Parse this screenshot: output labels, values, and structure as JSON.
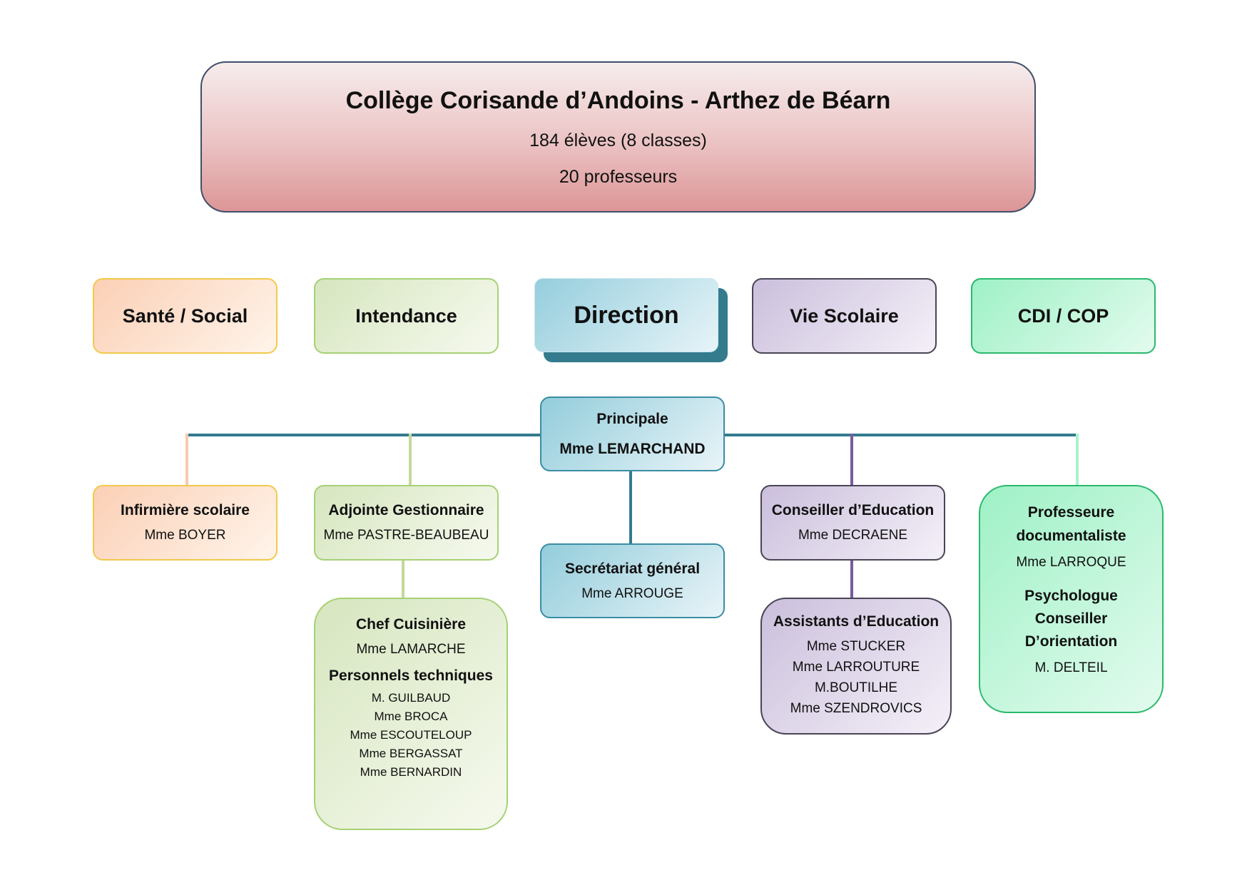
{
  "header": {
    "title": "Collège Corisande d’Andoins - Arthez de Béarn",
    "students": "184 élèves (8 classes)",
    "teachers": "20 professeurs"
  },
  "categories": {
    "sante": "Santé / Social",
    "intendance": "Intendance",
    "direction": "Direction",
    "vie_scolaire": "Vie Scolaire",
    "cdi": "CDI / COP"
  },
  "principal": {
    "role": "Principale",
    "name": "Mme LEMARCHAND"
  },
  "infirmiere": {
    "role": "Infirmière scolaire",
    "name": "Mme BOYER"
  },
  "gestionnaire": {
    "role": "Adjointe Gestionnaire",
    "name": "Mme PASTRE-BEAUBEAU"
  },
  "secretariat": {
    "role": "Secrétariat général",
    "name": "Mme ARROUGE"
  },
  "conseiller": {
    "role": "Conseiller d’Education",
    "name": "Mme DECRAENE"
  },
  "cuisine": {
    "role": "Chef Cuisinière",
    "name": "Mme LAMARCHE",
    "tech_role": "Personnels techniques",
    "tech_staff": [
      "M. GUILBAUD",
      "Mme BROCA",
      "Mme ESCOUTELOUP",
      "Mme BERGASSAT",
      "Mme BERNARDIN"
    ]
  },
  "assistants": {
    "role": "Assistants d’Education",
    "staff": [
      "Mme STUCKER",
      "Mme LARROUTURE",
      "M.BOUTILHE",
      "Mme SZENDROVICS"
    ]
  },
  "cdi": {
    "role_line1": "Professeure",
    "role_line2": "documentaliste",
    "name": "Mme LARROQUE",
    "psy_line1": "Psychologue",
    "psy_line2": "Conseiller",
    "psy_line3": "D’orientation",
    "psy_name": "M. DELTEIL"
  },
  "colors": {
    "connector_main": "#347b8e",
    "connector_sante": "#f7c9b0",
    "connector_intendance": "#c2d99d",
    "connector_vie": "#7a5a9e",
    "connector_cdi": "#a8f3cc"
  }
}
